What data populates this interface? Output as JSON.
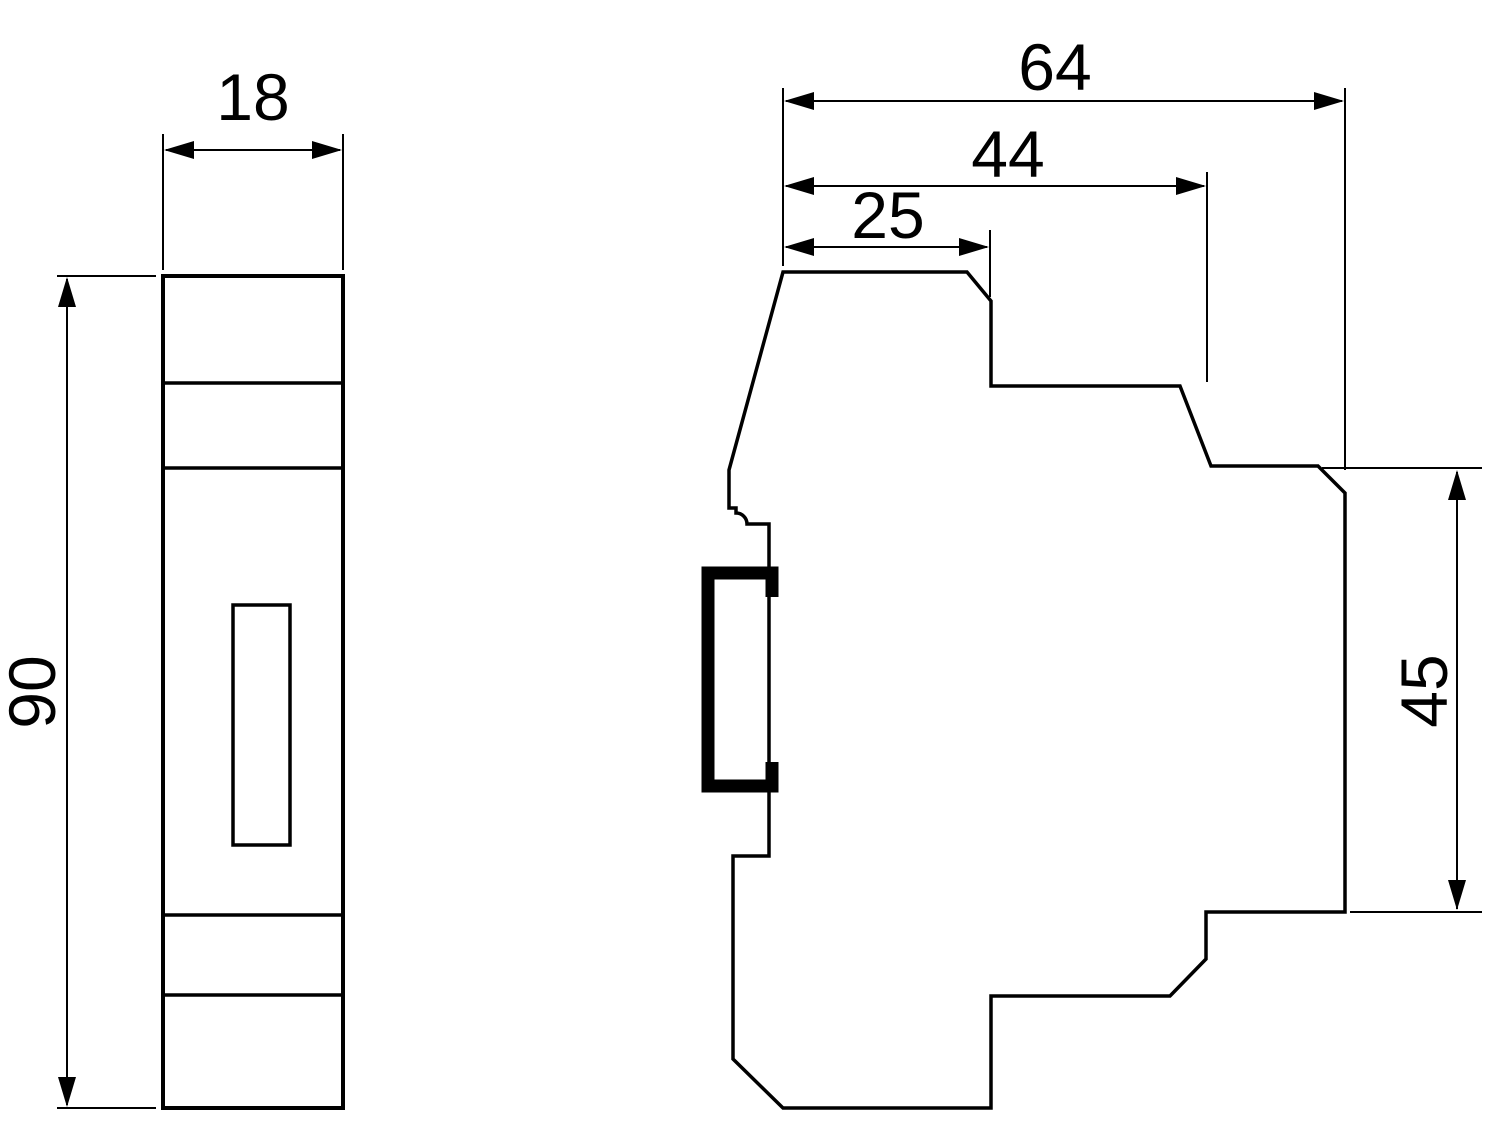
{
  "page": {
    "background_color": "#ffffff",
    "line_color": "#000000",
    "type": "dimensional technical drawing, DIN-rail module front and side views"
  },
  "front_view": {
    "width_dim": "18",
    "height_dim": "90"
  },
  "side_view": {
    "overall_depth_dim": "64",
    "upper_depth_dim": "44",
    "top_depth_dim": "25",
    "rear_height_dim": "45"
  }
}
